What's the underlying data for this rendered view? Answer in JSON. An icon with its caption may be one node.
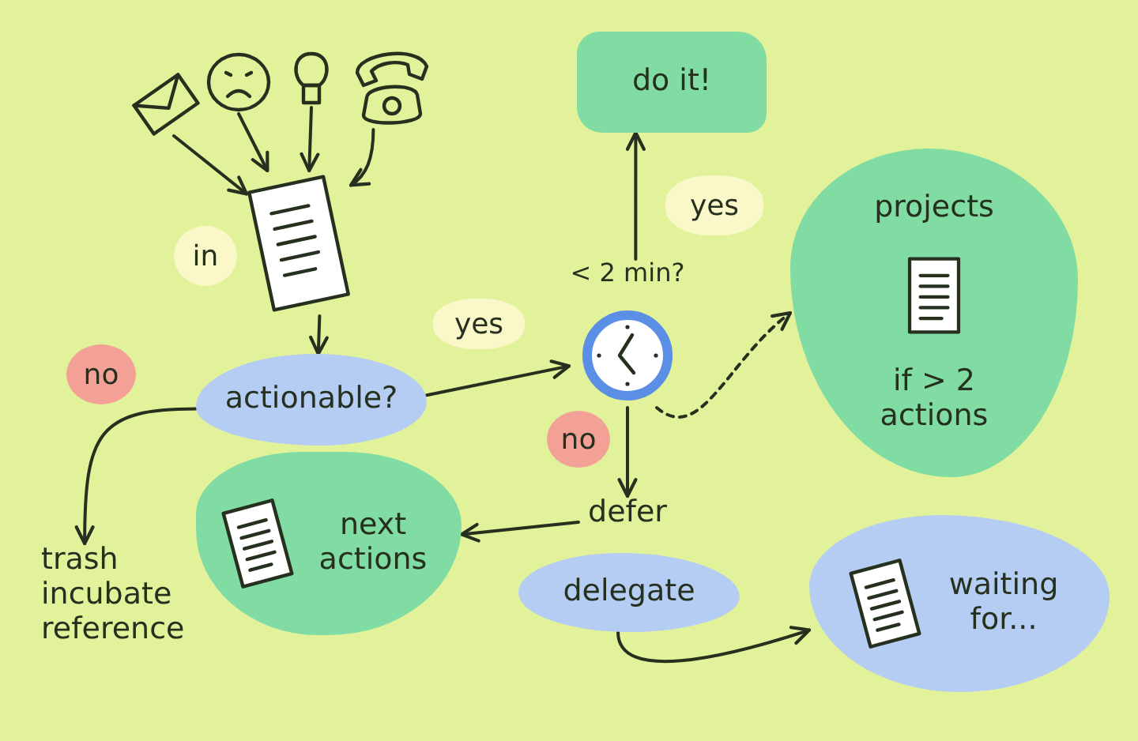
{
  "diagram": {
    "nodes": [
      {
        "text": [],
        "shape": "picture"
      },
      {
        "text": [],
        "shape": "picture"
      },
      {
        "text": [],
        "shape": "picture"
      },
      {
        "text": [],
        "shape": "picture"
      },
      {
        "text": [],
        "shape": "picture",
        "beside": [
          "in"
        ]
      },
      {
        "text": [
          "actionable?"
        ]
      },
      {
        "text": [
          "trash incubate reference"
        ]
      },
      {
        "text": [
          "< 2 min?"
        ]
      },
      {
        "text": [
          "do it!"
        ]
      },
      {
        "text": [
          "projects",
          "if > 2 actions"
        ]
      },
      {
        "text": [
          "defer"
        ]
      },
      {
        "text": [
          "next actions"
        ]
      },
      {
        "text": [
          "delegate"
        ]
      },
      {
        "text": [
          "waiting for..."
        ]
      }
    ],
    "edges": [
      {
        "from": 0,
        "to": 4,
        "arrow": "to"
      },
      {
        "from": 1,
        "to": 4,
        "arrow": "to"
      },
      {
        "from": 2,
        "to": 4,
        "arrow": "to"
      },
      {
        "from": 3,
        "to": 4,
        "arrow": "to"
      },
      {
        "from": 4,
        "to": 5,
        "arrow": "to"
      },
      {
        "from": 5,
        "to": 6,
        "arrow": "to",
        "label": "no"
      },
      {
        "from": 5,
        "to": 7,
        "arrow": "to",
        "label": "yes"
      },
      {
        "from": 7,
        "to": 8,
        "arrow": "to",
        "label": "yes"
      },
      {
        "from": 7,
        "to": 9,
        "arrow": "to",
        "style": "dashed"
      },
      {
        "from": 7,
        "to": 10,
        "arrow": "to",
        "label": "no"
      },
      {
        "from": 10,
        "to": 11,
        "arrow": "to"
      },
      {
        "from": 12,
        "to": 13,
        "arrow": "to"
      }
    ]
  }
}
